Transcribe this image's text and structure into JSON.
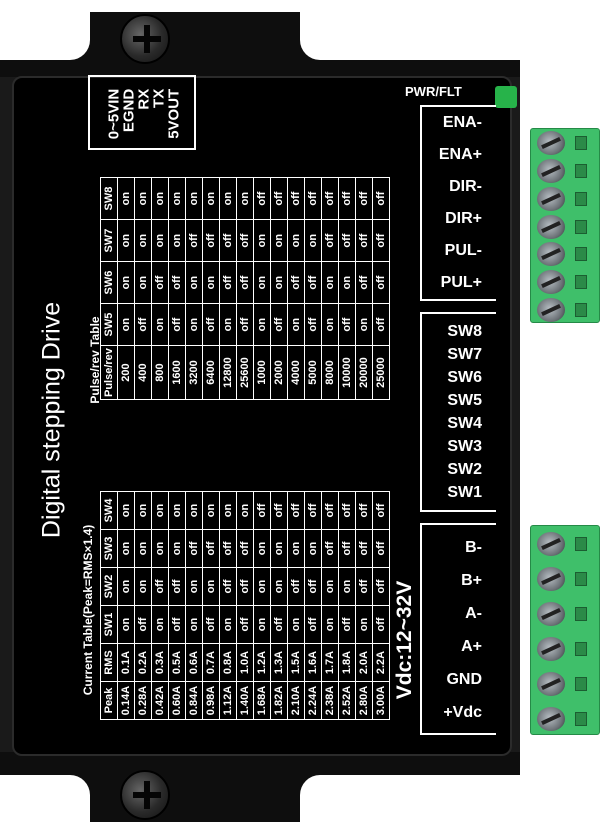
{
  "signal_box": {
    "lines": [
      "0~5VIN",
      "EGND",
      "RX",
      "TX",
      "5VOUT"
    ]
  },
  "pwr_label": "PWR/FLT",
  "title": "Digital stepping Drive",
  "pulse_table": {
    "title": "Pulse/rev Table",
    "headers": [
      "Pulse/rev",
      "SW5",
      "SW6",
      "SW7",
      "SW8"
    ],
    "rows": [
      [
        "200",
        "on",
        "on",
        "on",
        "on"
      ],
      [
        "400",
        "off",
        "on",
        "on",
        "on"
      ],
      [
        "800",
        "on",
        "off",
        "on",
        "on"
      ],
      [
        "1600",
        "off",
        "off",
        "on",
        "on"
      ],
      [
        "3200",
        "on",
        "on",
        "off",
        "on"
      ],
      [
        "6400",
        "off",
        "on",
        "off",
        "on"
      ],
      [
        "12800",
        "on",
        "off",
        "off",
        "on"
      ],
      [
        "25600",
        "off",
        "off",
        "off",
        "on"
      ],
      [
        "1000",
        "on",
        "on",
        "on",
        "off"
      ],
      [
        "2000",
        "off",
        "on",
        "on",
        "off"
      ],
      [
        "4000",
        "on",
        "off",
        "on",
        "off"
      ],
      [
        "5000",
        "off",
        "off",
        "on",
        "off"
      ],
      [
        "8000",
        "on",
        "on",
        "off",
        "off"
      ],
      [
        "10000",
        "off",
        "on",
        "off",
        "off"
      ],
      [
        "20000",
        "on",
        "off",
        "off",
        "off"
      ],
      [
        "25000",
        "off",
        "off",
        "off",
        "off"
      ]
    ]
  },
  "current_table": {
    "title": "Current Table(Peak=RMS×1.4)",
    "headers": [
      "Peak",
      "RMS",
      "SW1",
      "SW2",
      "SW3",
      "SW4"
    ],
    "rows": [
      [
        "0.14A",
        "0.1A",
        "on",
        "on",
        "on",
        "on"
      ],
      [
        "0.28A",
        "0.2A",
        "off",
        "on",
        "on",
        "on"
      ],
      [
        "0.42A",
        "0.3A",
        "on",
        "off",
        "on",
        "on"
      ],
      [
        "0.60A",
        "0.5A",
        "off",
        "off",
        "on",
        "on"
      ],
      [
        "0.84A",
        "0.6A",
        "on",
        "on",
        "off",
        "on"
      ],
      [
        "0.98A",
        "0.7A",
        "off",
        "on",
        "off",
        "on"
      ],
      [
        "1.12A",
        "0.8A",
        "on",
        "off",
        "off",
        "on"
      ],
      [
        "1.40A",
        "1.0A",
        "off",
        "off",
        "off",
        "on"
      ],
      [
        "1.68A",
        "1.2A",
        "on",
        "on",
        "on",
        "off"
      ],
      [
        "1.82A",
        "1.3A",
        "off",
        "on",
        "on",
        "off"
      ],
      [
        "2.10A",
        "1.5A",
        "on",
        "off",
        "on",
        "off"
      ],
      [
        "2.24A",
        "1.6A",
        "off",
        "off",
        "on",
        "off"
      ],
      [
        "2.38A",
        "1.7A",
        "on",
        "on",
        "off",
        "off"
      ],
      [
        "2.52A",
        "1.8A",
        "off",
        "on",
        "off",
        "off"
      ],
      [
        "2.80A",
        "2.0A",
        "on",
        "off",
        "off",
        "off"
      ],
      [
        "3.00A",
        "2.2A",
        "off",
        "off",
        "off",
        "off"
      ]
    ]
  },
  "signals": [
    "ENA-",
    "ENA+",
    "DIR-",
    "DIR+",
    "PUL-",
    "PUL+"
  ],
  "switches": [
    "SW8",
    "SW7",
    "SW6",
    "SW5",
    "SW4",
    "SW3",
    "SW2",
    "SW1"
  ],
  "power": [
    "B-",
    "B+",
    "A-",
    "A+",
    "GND",
    "+Vdc"
  ],
  "voltage": "Vdc:12~32V",
  "colors": {
    "case": "#1a1a1a",
    "label": "#000000",
    "terminal": "#3fbf6a",
    "led": "#27b34a"
  }
}
